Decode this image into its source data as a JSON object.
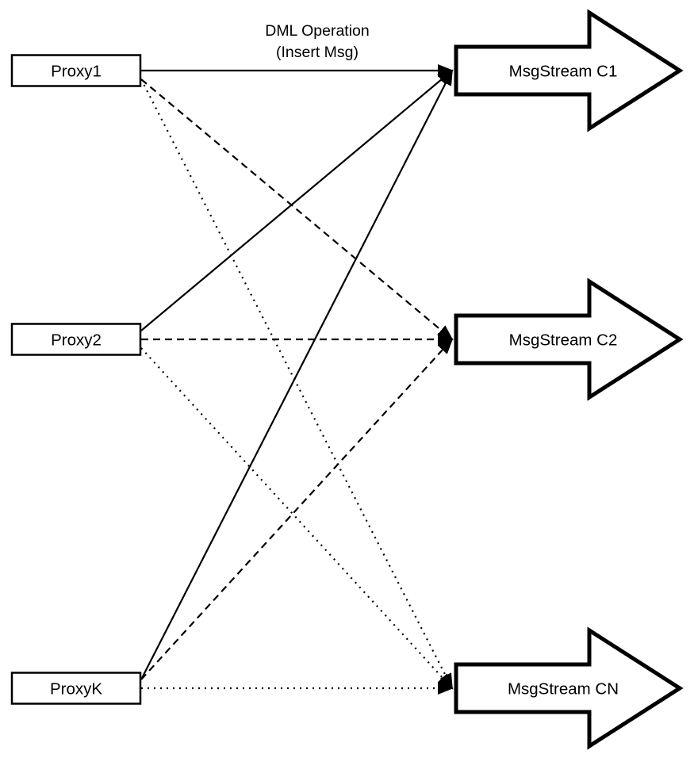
{
  "label": {
    "line1": "DML Operation",
    "line2": "(Insert Msg)"
  },
  "proxies": [
    {
      "label": "Proxy1"
    },
    {
      "label": "Proxy2"
    },
    {
      "label": "ProxyK"
    }
  ],
  "streams": [
    {
      "label": "MsgStream C1"
    },
    {
      "label": "MsgStream C2"
    },
    {
      "label": "MsgStream CN"
    }
  ],
  "connections": [
    {
      "from": "Proxy1",
      "to": "MsgStream C1",
      "line_style": "solid",
      "label": "DML Operation (Insert Msg)"
    },
    {
      "from": "Proxy1",
      "to": "MsgStream C2",
      "line_style": "dashed"
    },
    {
      "from": "Proxy1",
      "to": "MsgStream CN",
      "line_style": "dotted"
    },
    {
      "from": "Proxy2",
      "to": "MsgStream C1",
      "line_style": "solid"
    },
    {
      "from": "Proxy2",
      "to": "MsgStream C2",
      "line_style": "dashed"
    },
    {
      "from": "Proxy2",
      "to": "MsgStream CN",
      "line_style": "dotted"
    },
    {
      "from": "ProxyK",
      "to": "MsgStream C1",
      "line_style": "solid"
    },
    {
      "from": "ProxyK",
      "to": "MsgStream C2",
      "line_style": "dashed"
    },
    {
      "from": "ProxyK",
      "to": "MsgStream CN",
      "line_style": "dotted"
    }
  ],
  "colors": {
    "stroke": "#000000",
    "fill": "#ffffff",
    "background": "#ffffff"
  }
}
